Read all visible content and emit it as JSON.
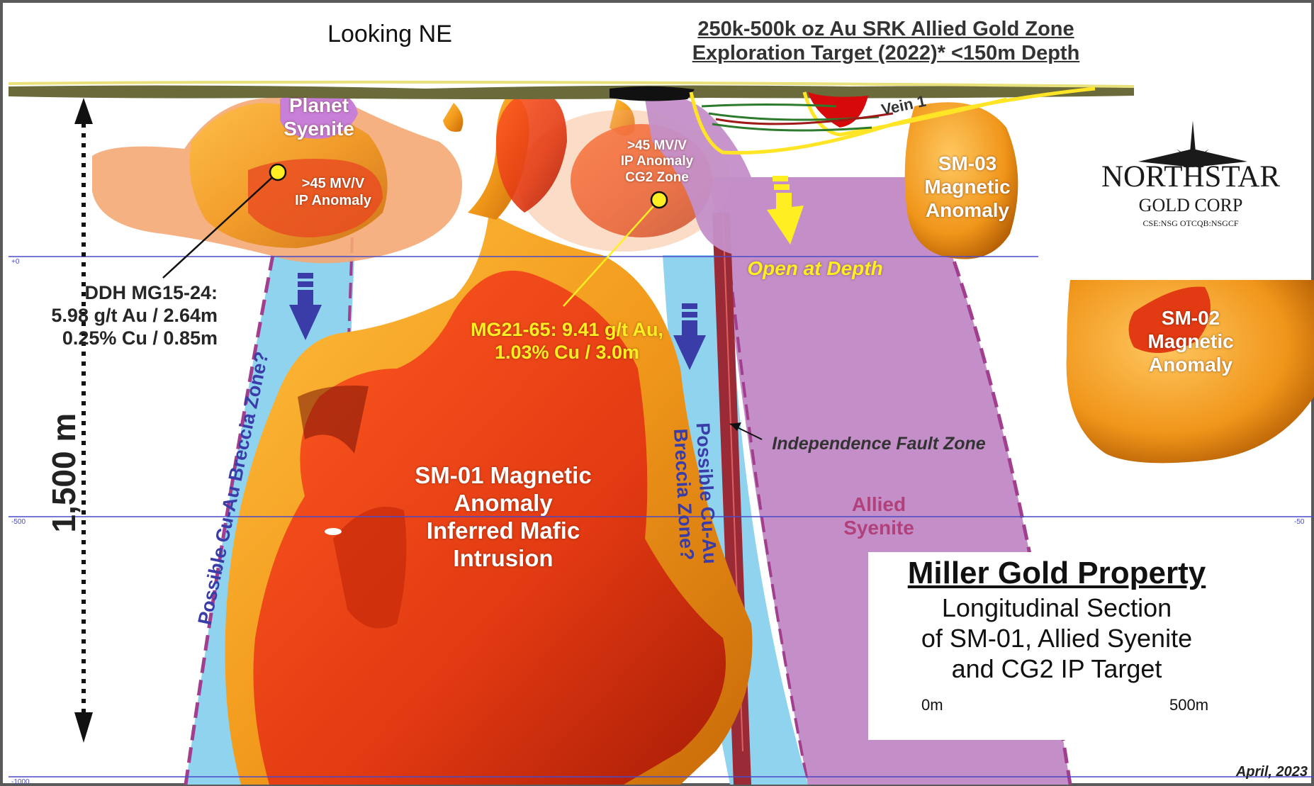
{
  "header": {
    "view_direction": "Looking NE",
    "target_line1": "250k-500k oz Au SRK Allied Gold Zone",
    "target_line2": "Exploration Target (2022)* <150m Depth"
  },
  "depth_scale": {
    "label": "1,500 m",
    "levels": [
      "+0",
      "-500",
      "-1000"
    ],
    "right_level": "-50"
  },
  "bodies": {
    "planet_syenite": [
      "Planet",
      "Syenite"
    ],
    "ip_anomaly_left": [
      ">45 MV/V",
      "IP Anomaly"
    ],
    "ip_anomaly_cg2": [
      ">45 MV/V",
      "IP Anomaly",
      "CG2 Zone"
    ],
    "vein": "Vein 1",
    "sm03": [
      "SM-03",
      "Magnetic",
      "Anomaly"
    ],
    "sm02": [
      "SM-02",
      "Magnetic",
      "Anomaly"
    ],
    "sm01": [
      "SM-01 Magnetic",
      "Anomaly",
      "Inferred Mafic",
      "Intrusion"
    ],
    "allied_syenite": [
      "Allied",
      "Syenite"
    ],
    "open_at_depth": "Open at Depth",
    "breccia_left": "Possible Cu-Au Breccia Zone?",
    "breccia_right": [
      "Possible Cu-Au",
      "Breccia Zone?"
    ],
    "fault": "Independence Fault Zone"
  },
  "drillholes": {
    "mg15_24": [
      "DDH MG15-24:",
      "5.98 g/t Au / 2.64m",
      "0.25% Cu / 0.85m"
    ],
    "mg21_65": [
      "MG21-65: 9.41 g/t Au,",
      "1.03% Cu / 3.0m"
    ]
  },
  "logo": {
    "name": "NORTHSTAR",
    "sub": "GOLD CORP",
    "tickers": "CSE:NSG  OTCQB:NSGCF"
  },
  "title_block": {
    "title": "Miller Gold Property",
    "line1": "Longitudinal Section",
    "line2": "of SM-01, Allied Syenite",
    "line3": "and CG2 IP Target",
    "scale_start": "0m",
    "scale_end": "500m"
  },
  "date": "April, 2023",
  "colors": {
    "orange": "#f0a020",
    "red": "#e23a12",
    "breccia_blue": "#8fd3ef",
    "syenite_purple": "#c48fc8",
    "planet_purple": "#c77fd8",
    "level_line": "#4a4ac8",
    "highlight_yellow": "#ffee22"
  }
}
